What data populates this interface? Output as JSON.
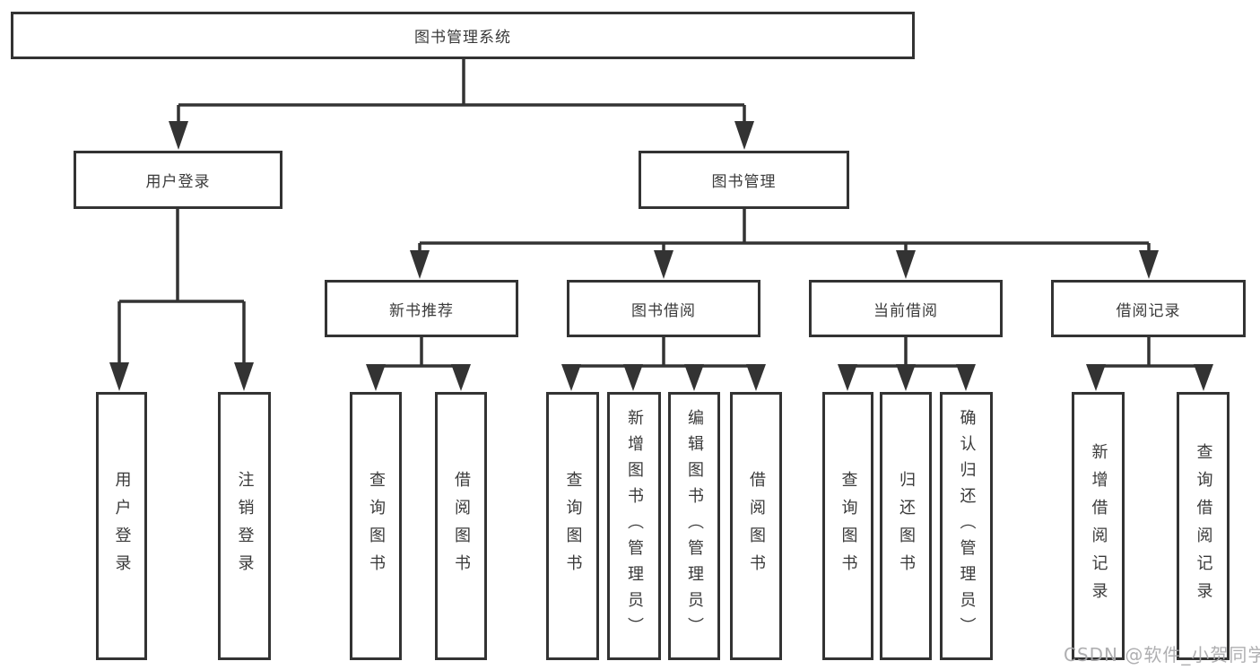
{
  "diagram": {
    "type": "tree",
    "root": {
      "label": "图书管理系统",
      "children": [
        {
          "label": "用户登录",
          "children": [
            {
              "label": "用户登录"
            },
            {
              "label": "注销登录"
            }
          ]
        },
        {
          "label": "图书管理",
          "children": [
            {
              "label": "新书推荐",
              "children": [
                {
                  "label": "查询图书"
                },
                {
                  "label": "借阅图书"
                }
              ]
            },
            {
              "label": "图书借阅",
              "children": [
                {
                  "label": "查询图书"
                },
                {
                  "label": "新增图书（管理员）"
                },
                {
                  "label": "编辑图书（管理员）"
                },
                {
                  "label": "借阅图书"
                }
              ]
            },
            {
              "label": "当前借阅",
              "children": [
                {
                  "label": "查询图书"
                },
                {
                  "label": "归还图书"
                },
                {
                  "label": "确认归还（管理员）"
                }
              ]
            },
            {
              "label": "借阅记录",
              "children": [
                {
                  "label": "新增借阅记录"
                },
                {
                  "label": "查询借阅记录"
                }
              ]
            }
          ]
        }
      ]
    },
    "colors": {
      "line": "#333333",
      "box_border": "#333333",
      "text": "#3a3a3a",
      "background": "#ffffff",
      "watermark": "#a8a8aa"
    }
  },
  "watermark": {
    "label": "CSDN @软件_小贺同学"
  }
}
